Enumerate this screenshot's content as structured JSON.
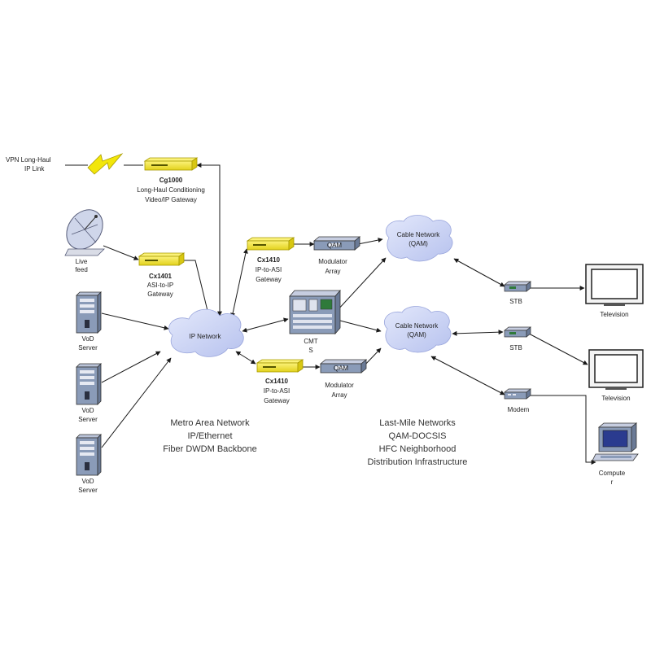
{
  "colors": {
    "gateway": "#f5e83a",
    "gateway_edge": "#a89a00",
    "cloud": "#c9d2f2",
    "cloud_edge": "#9aa6dc",
    "device": "#8a9bb8",
    "line": "#1a1a1a",
    "bolt": "#f2e60a"
  },
  "vpn": {
    "line1": "VPN Long-Haul",
    "line2": "IP Link",
    "icon": "lightning-bolt-icon"
  },
  "gateway_top": {
    "name": "Cg1000",
    "line1": "Long-Haul Conditioning",
    "line2": "Video/IP Gateway",
    "icon": "gateway-device-icon"
  },
  "satellite": {
    "line1": "Live",
    "line2": "feed",
    "icon": "satellite-dish-icon"
  },
  "gateway_asi": {
    "name": "Cx1401",
    "line1": "ASI-to-IP",
    "line2": "Gateway",
    "icon": "gateway-device-icon"
  },
  "servers": [
    {
      "line1": "VoD",
      "line2": "Server",
      "icon": "server-tower-icon"
    },
    {
      "line1": "VoD",
      "line2": "Server",
      "icon": "server-tower-icon"
    },
    {
      "line1": "VoD",
      "line2": "Server",
      "icon": "server-tower-icon"
    }
  ],
  "ip_network": {
    "label": "IP Network",
    "icon": "cloud-icon"
  },
  "gateway_upper": {
    "name": "Cx1410",
    "line1": "IP-to-ASI",
    "line2": "Gateway",
    "icon": "gateway-device-icon"
  },
  "gateway_lower": {
    "name": "Cx1410",
    "line1": "IP-to-ASI",
    "line2": "Gateway",
    "icon": "gateway-device-icon"
  },
  "modulator_upper": {
    "tag": "QAM",
    "line1": "Modulator",
    "line2": "Array",
    "icon": "modulator-icon"
  },
  "modulator_lower": {
    "tag": "QAM",
    "line1": "Modulator",
    "line2": "Array",
    "icon": "modulator-icon"
  },
  "cmts": {
    "line1": "CMT",
    "line2": "S",
    "icon": "cmts-chassis-icon"
  },
  "cable_upper": {
    "line1": "Cable Network",
    "line2": "(QAM)",
    "icon": "cloud-icon"
  },
  "cable_lower": {
    "line1": "Cable Network",
    "line2": "(QAM)",
    "icon": "cloud-icon"
  },
  "stb_upper": {
    "label": "STB",
    "icon": "set-top-box-icon"
  },
  "stb_lower": {
    "label": "STB",
    "icon": "set-top-box-icon"
  },
  "modem": {
    "label": "Modem",
    "icon": "modem-icon"
  },
  "tv_upper": {
    "label": "Television",
    "icon": "television-icon"
  },
  "tv_lower": {
    "label": "Television",
    "icon": "television-icon"
  },
  "computer": {
    "line1": "Compute",
    "line2": "r",
    "icon": "computer-icon"
  },
  "metro_caption": {
    "line1": "Metro Area Network",
    "line2": "IP/Ethernet",
    "line3": "Fiber DWDM Backbone"
  },
  "lastmile_caption": {
    "line1": "Last-Mile Networks",
    "line2": "QAM-DOCSIS",
    "line3": "HFC Neighborhood",
    "line4": "Distribution Infrastructure"
  }
}
